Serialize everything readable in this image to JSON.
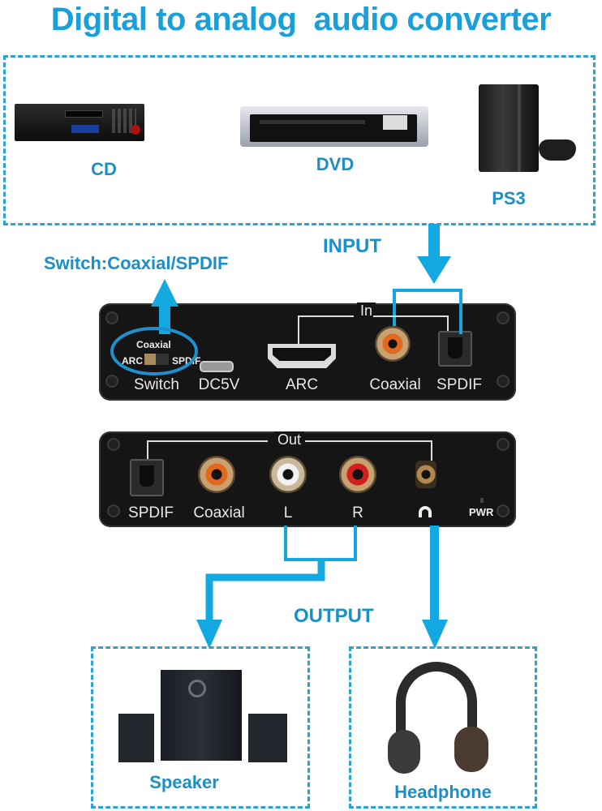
{
  "title": "Digital to analog  audio converter",
  "input_sources": {
    "items": [
      {
        "label": "CD",
        "icon": "cd-player-icon"
      },
      {
        "label": "DVD",
        "icon": "dvd-player-icon"
      },
      {
        "label": "PS3",
        "icon": "ps3-console-icon"
      }
    ]
  },
  "flow_labels": {
    "input": "INPUT",
    "output": "OUTPUT",
    "switch_note": "Switch:Coaxial/SPDIF"
  },
  "input_panel": {
    "group_label": "In",
    "switch": {
      "top": "Coaxial",
      "left": "ARC",
      "right": "SPDIF",
      "label": "Switch"
    },
    "ports": [
      {
        "label": "DC5V",
        "type": "micro-usb"
      },
      {
        "label": "ARC",
        "type": "hdmi"
      },
      {
        "label": "Coaxial",
        "type": "rca-orange"
      },
      {
        "label": "SPDIF",
        "type": "optical"
      }
    ]
  },
  "output_panel": {
    "group_label": "Out",
    "ports": [
      {
        "label": "SPDIF",
        "type": "optical"
      },
      {
        "label": "Coaxial",
        "type": "rca-orange"
      },
      {
        "label": "L",
        "type": "rca-white"
      },
      {
        "label": "R",
        "type": "rca-red"
      },
      {
        "label": "",
        "type": "headphone-jack",
        "icon": "headphone-icon"
      }
    ],
    "led_label": "PWR"
  },
  "output_devices": {
    "items": [
      {
        "label": "Speaker",
        "icon": "speaker-system-icon"
      },
      {
        "label": "Headphone",
        "icon": "headphones-icon"
      }
    ]
  },
  "colors": {
    "accent": "#1a9fd8",
    "arrow": "#14a8e0",
    "dash": "#2aa3d0",
    "panel": "#151515"
  }
}
